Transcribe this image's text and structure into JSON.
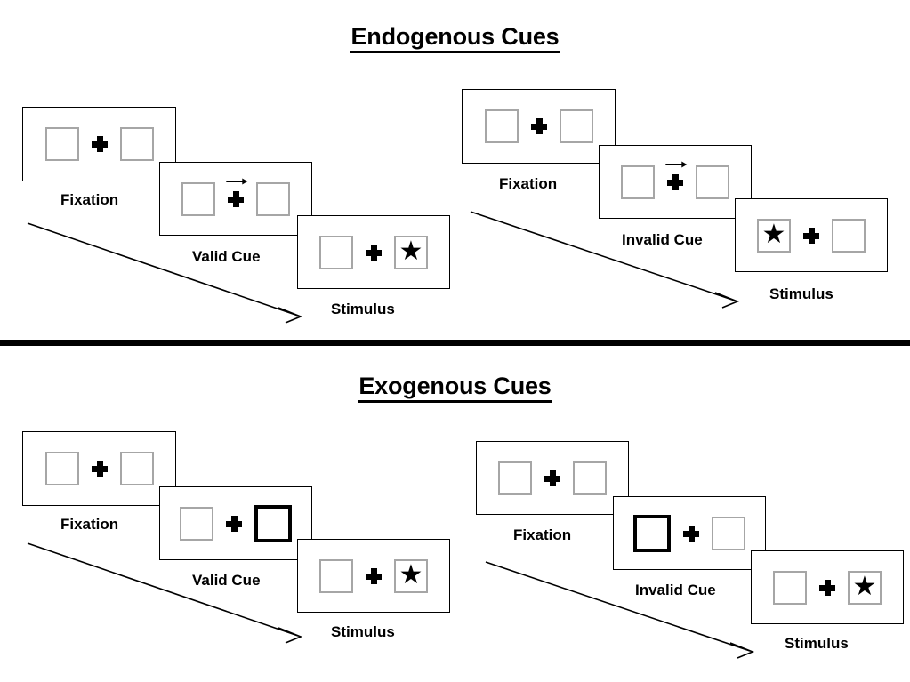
{
  "figure": {
    "type": "diagram",
    "description": "Posner cueing paradigm trial sequences for endogenous and exogenous cues"
  },
  "colors": {
    "ink": "#000000",
    "placeholder_box_border": "#a6a6a6",
    "frame_border": "#000000",
    "background": "#ffffff"
  },
  "sections": [
    {
      "id": "endogenous",
      "title": "Endogenous Cues",
      "conditions": [
        {
          "id": "endogenous-valid",
          "cue_label": "Valid Cue",
          "steps": [
            {
              "label": "Fixation",
              "left_box": "empty",
              "right_box": "empty",
              "center": "fixation-cross",
              "cue": "none"
            },
            {
              "label": "Valid Cue",
              "left_box": "empty",
              "right_box": "empty",
              "center": "fixation-cross",
              "cue": "arrow-right"
            },
            {
              "label": "Stimulus",
              "left_box": "empty",
              "right_box": "star",
              "center": "fixation-cross",
              "cue": "none"
            }
          ]
        },
        {
          "id": "endogenous-invalid",
          "cue_label": "Invalid Cue",
          "steps": [
            {
              "label": "Fixation",
              "left_box": "empty",
              "right_box": "empty",
              "center": "fixation-cross",
              "cue": "none"
            },
            {
              "label": "Invalid Cue",
              "left_box": "empty",
              "right_box": "empty",
              "center": "fixation-cross",
              "cue": "arrow-right"
            },
            {
              "label": "Stimulus",
              "left_box": "star",
              "right_box": "empty",
              "center": "fixation-cross",
              "cue": "none"
            }
          ]
        }
      ]
    },
    {
      "id": "exogenous",
      "title": "Exogenous Cues",
      "conditions": [
        {
          "id": "exogenous-valid",
          "cue_label": "Valid Cue",
          "steps": [
            {
              "label": "Fixation",
              "left_box": "empty",
              "right_box": "empty",
              "center": "fixation-cross",
              "cue": "none"
            },
            {
              "label": "Valid Cue",
              "left_box": "empty",
              "right_box": "highlighted",
              "center": "fixation-cross",
              "cue": "box-flash-right"
            },
            {
              "label": "Stimulus",
              "left_box": "empty",
              "right_box": "star",
              "center": "fixation-cross",
              "cue": "none"
            }
          ]
        },
        {
          "id": "exogenous-invalid",
          "cue_label": "Invalid Cue",
          "steps": [
            {
              "label": "Fixation",
              "left_box": "empty",
              "right_box": "empty",
              "center": "fixation-cross",
              "cue": "none"
            },
            {
              "label": "Invalid Cue",
              "left_box": "highlighted",
              "right_box": "empty",
              "center": "fixation-cross",
              "cue": "box-flash-left"
            },
            {
              "label": "Stimulus",
              "left_box": "empty",
              "right_box": "star",
              "center": "fixation-cross",
              "cue": "none"
            }
          ]
        }
      ]
    }
  ],
  "labels": {
    "fixation": "Fixation",
    "valid_cue": "Valid Cue",
    "invalid_cue": "Invalid Cue",
    "stimulus": "Stimulus"
  },
  "icons": {
    "star": "★",
    "fixation_cross": "plus-cross-icon",
    "arrow_cue": "arrow-right-icon",
    "time_arrow": "time-flow-arrow-icon"
  }
}
